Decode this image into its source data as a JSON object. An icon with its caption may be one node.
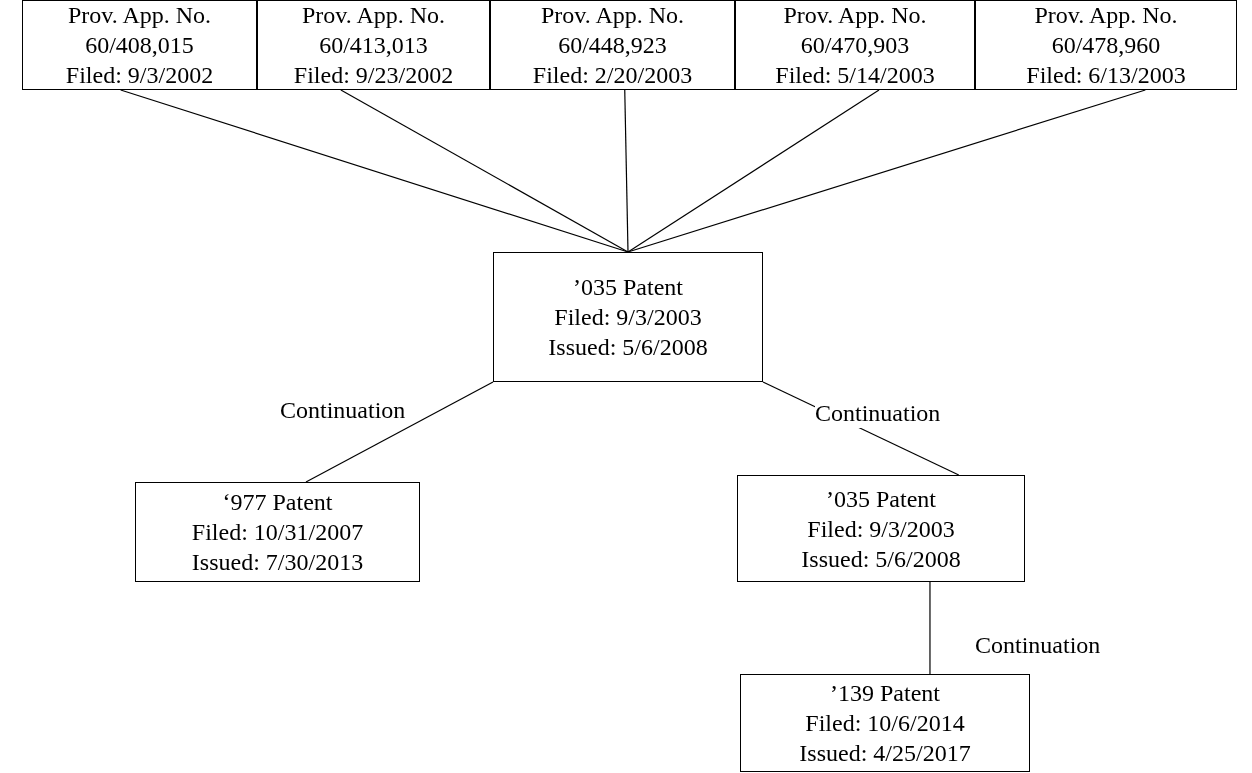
{
  "diagram": {
    "nodes": [
      {
        "text": [
          "Prov. App. No.",
          "60/408,015",
          "Filed: 9/3/2002"
        ]
      },
      {
        "text": [
          "Prov. App. No.",
          "60/413,013",
          "Filed: 9/23/2002"
        ]
      },
      {
        "text": [
          "Prov. App. No.",
          "60/448,923",
          "Filed: 2/20/2003"
        ]
      },
      {
        "text": [
          "Prov. App. No.",
          "60/470,903",
          "Filed: 5/14/2003"
        ]
      },
      {
        "text": [
          "Prov. App. No.",
          "60/478,960",
          "Filed: 6/13/2003"
        ]
      },
      {
        "text": [
          "’035 Patent",
          "Filed: 9/3/2003",
          "Issued: 5/6/2008"
        ]
      },
      {
        "text": [
          "‘977 Patent",
          "Filed: 10/31/2007",
          "Issued: 7/30/2013"
        ]
      },
      {
        "text": [
          "’035 Patent",
          "Filed: 9/3/2003",
          "Issued: 5/6/2008"
        ]
      },
      {
        "text": [
          "’139 Patent",
          "Filed: 10/6/2014",
          "Issued: 4/25/2017"
        ]
      }
    ],
    "edges": [
      {
        "from": 0,
        "to": 5,
        "arrow": "none"
      },
      {
        "from": 1,
        "to": 5,
        "arrow": "none"
      },
      {
        "from": 2,
        "to": 5,
        "arrow": "none"
      },
      {
        "from": 3,
        "to": 5,
        "arrow": "none"
      },
      {
        "from": 4,
        "to": 5,
        "arrow": "none"
      },
      {
        "from": 5,
        "to": 6,
        "arrow": "none",
        "label": "Continuation"
      },
      {
        "from": 5,
        "to": 7,
        "arrow": "none",
        "label": "Continuation"
      },
      {
        "from": 7,
        "to": 8,
        "arrow": "none",
        "label": "Continuation"
      }
    ]
  }
}
